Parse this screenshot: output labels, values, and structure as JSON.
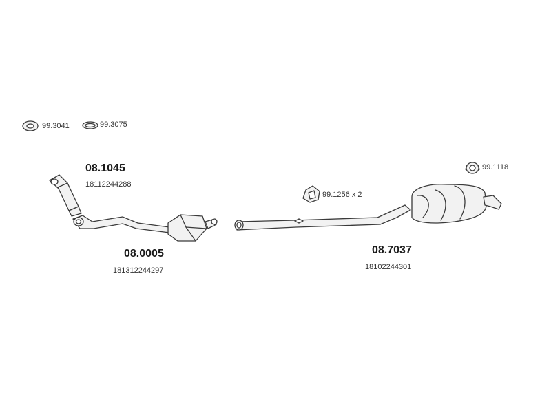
{
  "diagram": {
    "colors": {
      "stroke": "#3a3a3a",
      "fill": "#f2f2f2",
      "text": "#1a1a1a"
    },
    "parts": [
      {
        "part_number": "08.1045",
        "oem_number": "18112244288"
      },
      {
        "part_number": "08.0005",
        "oem_number": "181312244297"
      },
      {
        "part_number": "08.7037",
        "oem_number": "18102244301"
      }
    ],
    "small_parts": [
      {
        "part_number": "99.3041"
      },
      {
        "part_number": "99.3075"
      },
      {
        "part_number": "99.1256 x 2"
      },
      {
        "part_number": "99.1118"
      }
    ]
  }
}
